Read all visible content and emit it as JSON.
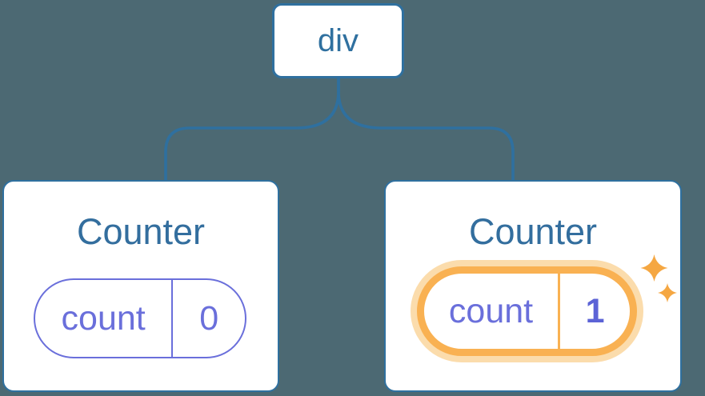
{
  "diagram": {
    "root": {
      "label": "div"
    },
    "children": [
      {
        "title": "Counter",
        "state": {
          "label": "count",
          "value": "0"
        },
        "highlighted": false
      },
      {
        "title": "Counter",
        "state": {
          "label": "count",
          "value": "1"
        },
        "highlighted": true
      }
    ]
  },
  "icons": {
    "sparkles": "sparkles-icon"
  },
  "colors": {
    "background": "#4C6973",
    "stroke_blue": "#2F709F",
    "title_blue": "#336E9E",
    "node_bg": "#FFFFFF",
    "purple": "#6A6FDB",
    "value_purple": "#5C63D6",
    "highlight_orange": "#F9B152",
    "highlight_glow": "#FBDCAC",
    "sparkle_orange": "#F5A742"
  }
}
